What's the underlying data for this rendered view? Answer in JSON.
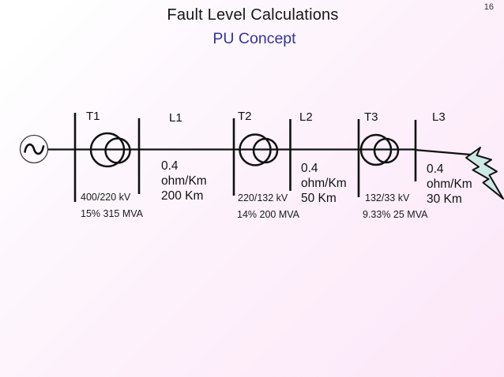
{
  "slide": {
    "page_number": "16",
    "title": "Fault Level Calculations",
    "subtitle": "PU Concept"
  },
  "colors": {
    "subtitle_text": "#3333A0",
    "diagram_stroke": "#111111",
    "bolt_fill": "#CDE9E5",
    "background_top_left": "#FFFFFF",
    "background_bottom_right": "#FCE7F8"
  },
  "icons": {
    "generator": "ac-source-sine-wave-icon",
    "fault": "lightning-bolt-icon"
  },
  "diagram": {
    "sections": [
      {
        "transformer": "T1",
        "line": "L1",
        "kv_rating": "400/220 kV",
        "mva_rating": "15% 315 MVA",
        "impedance": "0.4",
        "impedance_unit": "ohm/Km",
        "length": "200 Km"
      },
      {
        "transformer": "T2",
        "line": "L2",
        "kv_rating": "220/132 kV",
        "mva_rating": "14% 200 MVA",
        "impedance": "0.4",
        "impedance_unit": "ohm/Km",
        "length": "50 Km"
      },
      {
        "transformer": "T3",
        "line": "L3",
        "kv_rating": "132/33 kV",
        "mva_rating": "9.33% 25 MVA",
        "impedance": "0.4",
        "impedance_unit": "ohm/Km",
        "length": "30 Km"
      }
    ]
  }
}
